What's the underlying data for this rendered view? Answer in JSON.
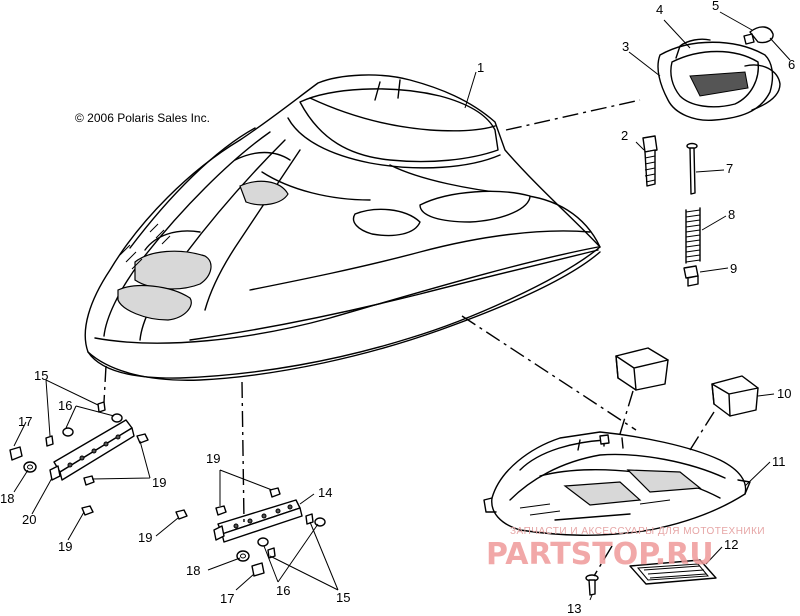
{
  "copyright": "© 2006 Polaris Sales Inc.",
  "watermark": {
    "line1": "ЗАПЧАСТИ И АКСЕССУАРЫ ДЛЯ МОТОТЕХНИКИ",
    "line2": "PARTSTOP.RU"
  },
  "callouts": [
    "1",
    "2",
    "3",
    "4",
    "5",
    "6",
    "7",
    "8",
    "9",
    "10",
    "11",
    "12",
    "13",
    "14",
    "15",
    "15",
    "16",
    "16",
    "17",
    "17",
    "18",
    "18",
    "19",
    "19",
    "19",
    "19",
    "20"
  ]
}
